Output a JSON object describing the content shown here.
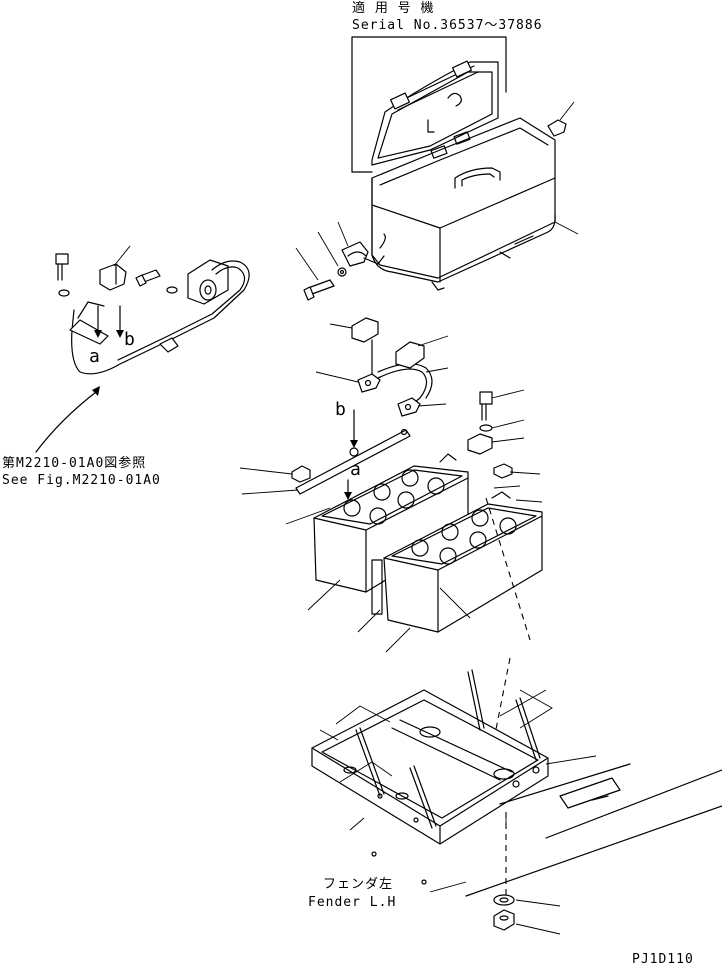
{
  "serial_note": {
    "title_jp": "適 用 号 機",
    "serial": "Serial No.36537～37886"
  },
  "reference": {
    "jp": "第M2210-01A0図参照",
    "en": "See Fig.M2210-01A0"
  },
  "fender": {
    "jp": "フェンダ左",
    "en": "Fender L.H"
  },
  "callouts": {
    "a": "a",
    "b": "b"
  },
  "drawing_code": "PJ1D110"
}
